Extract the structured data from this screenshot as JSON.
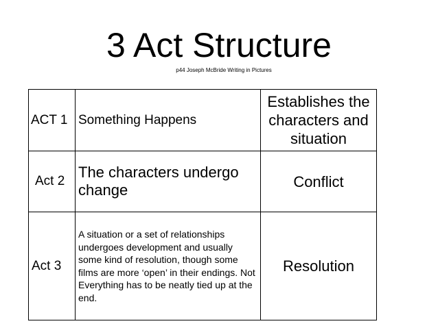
{
  "slide": {
    "title": "3 Act Structure",
    "subtitle": "p44 Joseph McBride Writing in Pictures"
  },
  "acts": [
    {
      "label": "ACT 1",
      "description": "Something Happens",
      "outcome": "Establishes the characters  and situation"
    },
    {
      "label": "Act 2",
      "description": " The characters undergo change",
      "outcome": "Conflict"
    },
    {
      "label": "Act 3",
      "description": "A situation or a set of relationships undergoes development and usually some kind of resolution, though some films are more ‘open’ in their endings. Not Everything has to be neatly tied up at the end.",
      "outcome": "Resolution"
    }
  ]
}
